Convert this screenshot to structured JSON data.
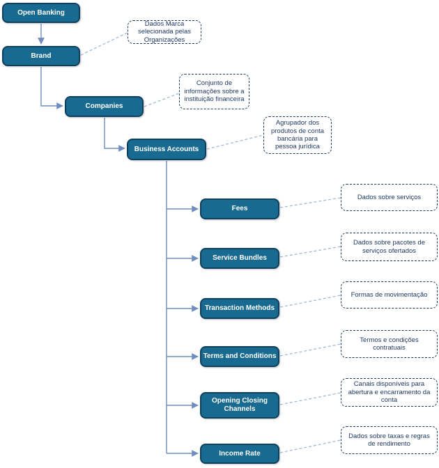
{
  "diagram": {
    "nodes": [
      {
        "id": "open-banking",
        "label": "Open Banking"
      },
      {
        "id": "brand",
        "label": "Brand"
      },
      {
        "id": "companies",
        "label": "Companies"
      },
      {
        "id": "business-accounts",
        "label": "Business Accounts"
      },
      {
        "id": "fees",
        "label": "Fees"
      },
      {
        "id": "service-bundles",
        "label": "Service Bundles"
      },
      {
        "id": "transaction-methods",
        "label": "Transaction Methods"
      },
      {
        "id": "terms-and-conditions",
        "label": "Terms and Conditions"
      },
      {
        "id": "opening-closing-channels",
        "label": "Opening Closing Channels"
      },
      {
        "id": "income-rate",
        "label": "Income Rate"
      }
    ],
    "notes": [
      {
        "for": "brand",
        "text": "Dados Marca selecionada pelas Organizações"
      },
      {
        "for": "companies",
        "text": "Conjunto de informações sobre a instituição financeira"
      },
      {
        "for": "business-accounts",
        "text": "Agrupador dos produtos de conta bancária para pessoa jurídica"
      },
      {
        "for": "fees",
        "text": "Dados sobre serviços"
      },
      {
        "for": "service-bundles",
        "text": "Dados sobre pacotes de serviços ofertados"
      },
      {
        "for": "transaction-methods",
        "text": "Formas de movimentação"
      },
      {
        "for": "terms-and-conditions",
        "text": "Termos e condições contratuais"
      },
      {
        "for": "opening-closing-channels",
        "text": "Canais disponíveis para abertura e encarramento da conta"
      },
      {
        "for": "income-rate",
        "text": "Dados sobre taxas e regras de rendimento"
      }
    ],
    "colors": {
      "node_fill": "#186a90",
      "node_border": "#103f5e",
      "node_text": "#ffffff",
      "note_text": "#1f3864",
      "note_border": "#1f3864",
      "solid_connector": "#6f8dbf",
      "dashed_connector": "#a0b8da",
      "background": "#ffffff"
    }
  }
}
